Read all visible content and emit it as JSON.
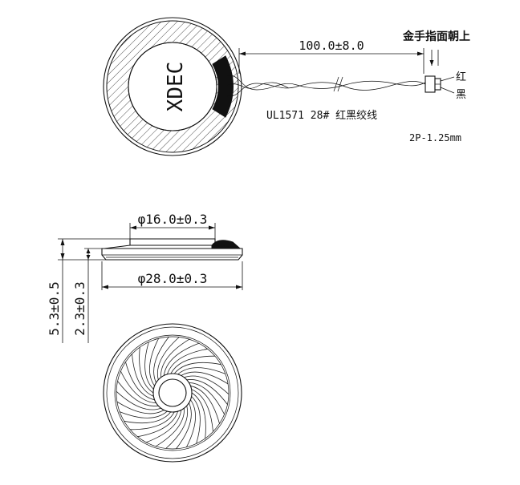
{
  "brand": "XDEC",
  "cable_length": "100.0±8.0",
  "cable_spec": "UL1571 28# 红黑绞线",
  "finger_note": "金手指面朝上",
  "wire_red": "红",
  "wire_black": "黑",
  "connector": "2P-1.25mm",
  "dim_inner_diameter": "φ16.0±0.3",
  "dim_outer_diameter": "φ28.0±0.3",
  "dim_total_height": "5.3±0.5",
  "dim_rim_height": "2.3±0.3"
}
